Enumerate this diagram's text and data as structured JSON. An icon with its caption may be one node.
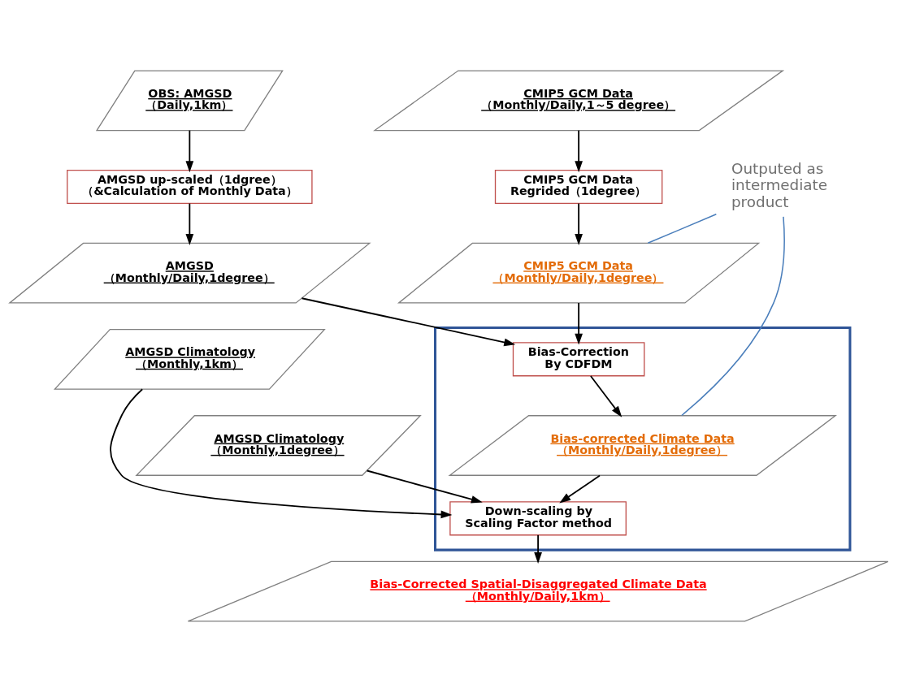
{
  "diagram": {
    "nodes": [
      {
        "text": [
          "OBS: AMGSD",
          "（Daily,1km）"
        ]
      },
      {
        "text": [
          "CMIP5 GCM Data",
          "（Monthly/Daily,1～5 degree）"
        ]
      },
      {
        "text": [
          "AMGSD up-scaled（1dgree）",
          "（&Calculation of Monthly Data）"
        ]
      },
      {
        "text": [
          "CMIP5 GCM Data",
          "Regrided（1degree）"
        ]
      },
      {
        "text": [
          "AMGSD",
          "（Monthly/Daily,1degree）"
        ]
      },
      {
        "text": [
          "CMIP5 GCM Data",
          "（Monthly/Daily,1degree）"
        ]
      },
      {
        "text": [],
        "shape": "box"
      },
      {
        "text": [
          "Bias-Correction",
          "By CDFDM"
        ],
        "in": 6
      },
      {
        "text": [
          "Bias-corrected Climate Data",
          "（Monthly/Daily,1degree）"
        ],
        "in": 6
      },
      {
        "text": [
          "Down-scaling by",
          "Scaling Factor method"
        ],
        "in": 6
      },
      {
        "text": [
          "AMGSD Climatology",
          "（Monthly,1km）"
        ]
      },
      {
        "text": [
          "AMGSD Climatology",
          "（Monthly,1degree）"
        ]
      },
      {
        "text": [
          "Bias-Corrected Spatial-Disaggregated Climate Data",
          "（Monthly/Daily,1km）"
        ]
      },
      {
        "text": [
          "Outputed as intermediate product"
        ]
      }
    ],
    "edges": [
      {
        "from": 0,
        "to": 2,
        "arrow": "to"
      },
      {
        "from": 1,
        "to": 3,
        "arrow": "to"
      },
      {
        "from": 2,
        "to": 4,
        "arrow": "to"
      },
      {
        "from": 3,
        "to": 5,
        "arrow": "to"
      },
      {
        "from": 4,
        "to": 7,
        "arrow": "to"
      },
      {
        "from": 5,
        "to": 7,
        "arrow": "to"
      },
      {
        "from": 7,
        "to": 8,
        "arrow": "to"
      },
      {
        "from": 8,
        "to": 9,
        "arrow": "to"
      },
      {
        "from": 10,
        "to": 9,
        "arrow": "to"
      },
      {
        "from": 11,
        "to": 9,
        "arrow": "to"
      },
      {
        "from": 9,
        "to": 12,
        "arrow": "to"
      },
      {
        "from": 13,
        "to": 5,
        "arrow": "none",
        "color": "#4a7ebb"
      },
      {
        "from": 13,
        "to": 8,
        "arrow": "none",
        "color": "#4a7ebb"
      }
    ]
  }
}
